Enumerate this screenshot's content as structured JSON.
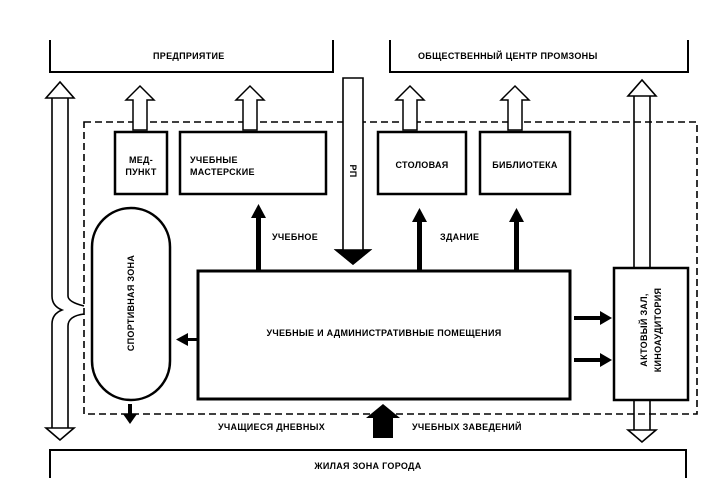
{
  "labels": {
    "enterprise": "ПРЕДПРИЯТИЕ",
    "public_center": "ОБЩЕСТВЕННЫЙ ЦЕНТР ПРОМЗОНЫ",
    "medpunkt_line1": "МЕД-",
    "medpunkt_line2": "ПУНКТ",
    "workshops_line1": "УЧЕБНЫЕ",
    "workshops_line2": "МАСТЕРСКИЕ",
    "rp": "РП",
    "canteen": "СТОЛОВАЯ",
    "library": "БИБЛИОТЕКА",
    "sports_zone": "СПОРТИВНАЯ ЗОНА",
    "educational": "УЧЕБНОЕ",
    "building": "ЗДАНИЕ",
    "main_rooms": "УЧЕБНЫЕ И АДМИНИСТРАТИВНЫЕ ПОМЕЩЕНИЯ",
    "hall_line1": "АКТОВЫЙ ЗАЛ,",
    "hall_line2": "КИНОАУДИТОРИЯ",
    "students_day": "УЧАЩИЕСЯ ДНЕВНЫХ",
    "institutions": "УЧЕБНЫХ ЗАВЕДЕНИЙ",
    "residential": "ЖИЛАЯ ЗОНА ГОРОДА"
  }
}
